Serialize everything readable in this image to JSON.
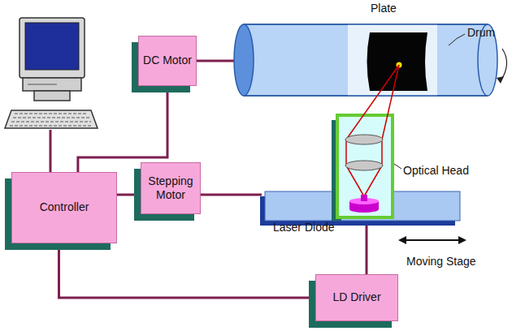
{
  "diagram": {
    "nodes": [
      {
        "text": [
          "DC Motor"
        ]
      },
      {
        "text": [
          "Controller"
        ]
      },
      {
        "text": [
          "Stepping Motor"
        ]
      },
      {
        "text": [
          "LD Driver"
        ]
      }
    ],
    "edges": [
      {
        "from": 1,
        "to": 0,
        "arrow": "none"
      },
      {
        "from": 1,
        "to": 2,
        "arrow": "none"
      },
      {
        "from": 1,
        "to": 3,
        "arrow": "none"
      }
    ],
    "labels": [
      "Plate",
      "Drum",
      "Optical Head",
      "Laser Diode",
      "Moving Stage"
    ]
  }
}
